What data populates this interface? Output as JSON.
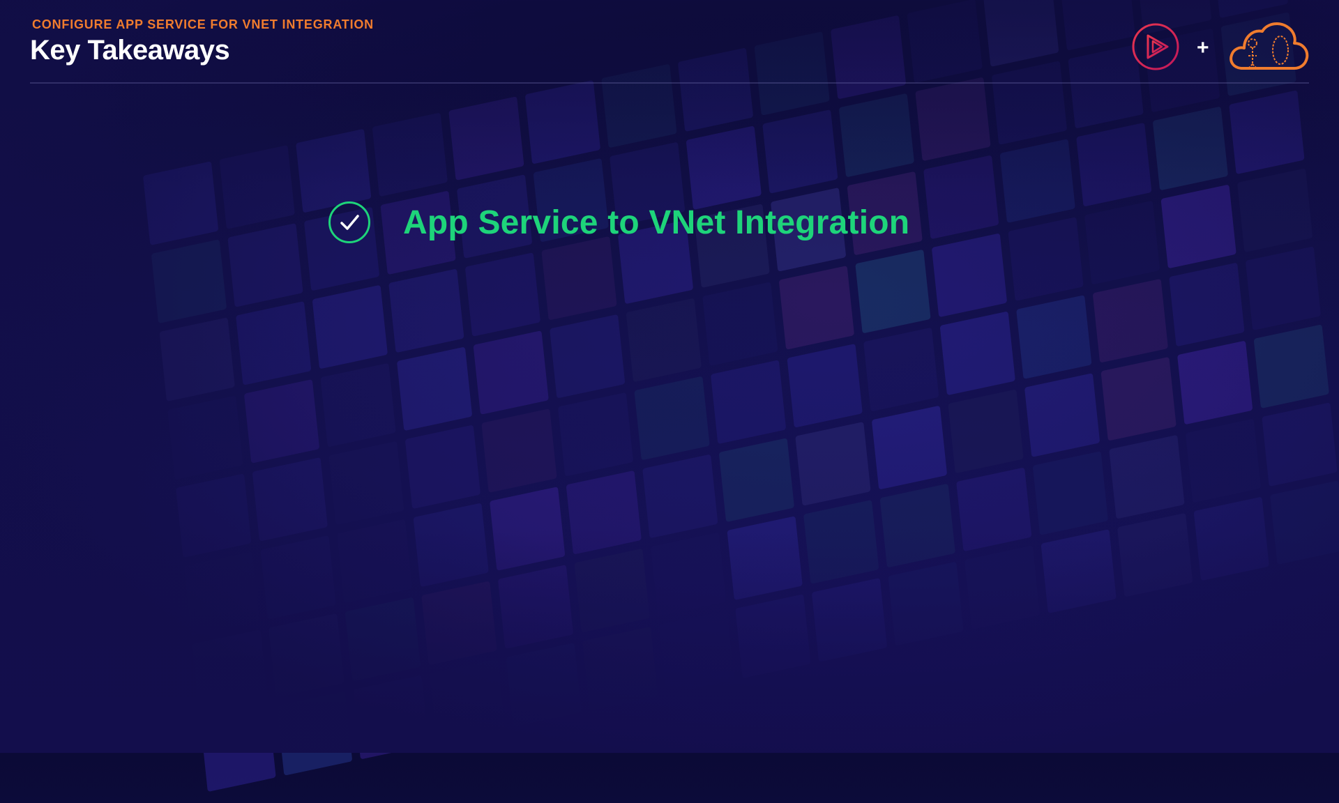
{
  "header": {
    "subtitle": "CONFIGURE APP SERVICE FOR VNET INTEGRATION",
    "title": "Key Takeaways"
  },
  "logos": [
    {
      "name": "play-logo-icon",
      "color": "#e8364f"
    },
    {
      "name": "plus-icon",
      "color": "#ffffff"
    },
    {
      "name": "cloud-logo-icon",
      "color": "#f07c2e"
    }
  ],
  "takeaways": [
    {
      "icon": "check-circle-icon",
      "text": "App Service to VNet Integration"
    }
  ],
  "colors": {
    "background": "#120f4c",
    "accent_orange": "#f07c2e",
    "accent_green": "#1ed47a",
    "title_white": "#ffffff"
  }
}
